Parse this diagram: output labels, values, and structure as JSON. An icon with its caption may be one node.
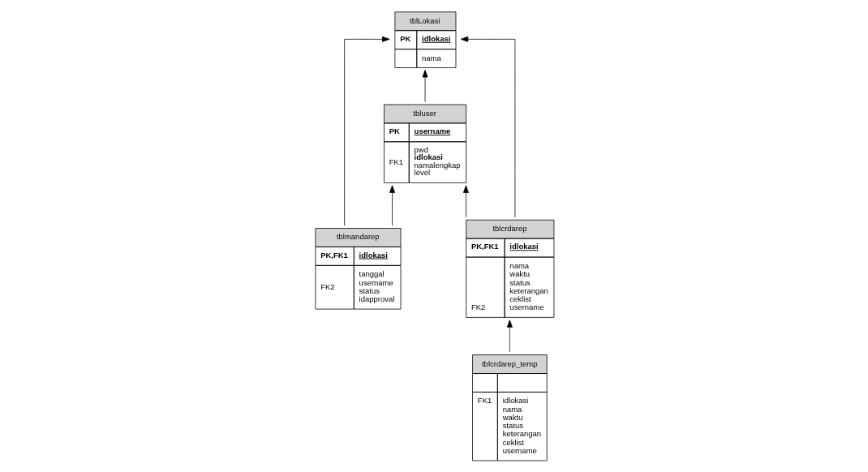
{
  "diagram": {
    "nodes": [
      {
        "text": [
          "tblcrdarep",
          "PK,FK1",
          "idlokasi",
          "FK2",
          "nama waktu status keterangan ceklist username"
        ]
      },
      {
        "text": [
          "tblLokasi",
          "PK",
          "idlokasi",
          "nama"
        ]
      },
      {
        "text": [
          "tblcrdarep_temp",
          "FK1",
          "idlokasi nama waktu status keterangan ceklist username"
        ]
      },
      {
        "text": [
          "tblmandarep",
          "PK,FK1",
          "idlokasi",
          "FK2",
          "tanggal username status idapproval"
        ]
      },
      {
        "text": [
          "tbluser",
          "PK",
          "username",
          "FK1",
          "pwd **idlokasi** namalengkap level"
        ]
      }
    ],
    "edges": [
      {
        "from": 0,
        "to": 1,
        "arrow": "to"
      },
      {
        "from": 2,
        "to": 0,
        "arrow": "to"
      },
      {
        "from": 0,
        "to": 4,
        "arrow": "to"
      },
      {
        "from": 3,
        "to": 1,
        "arrow": "to"
      },
      {
        "from": 3,
        "to": 4,
        "arrow": "to"
      },
      {
        "from": 4,
        "to": 1,
        "arrow": "to"
      }
    ]
  }
}
